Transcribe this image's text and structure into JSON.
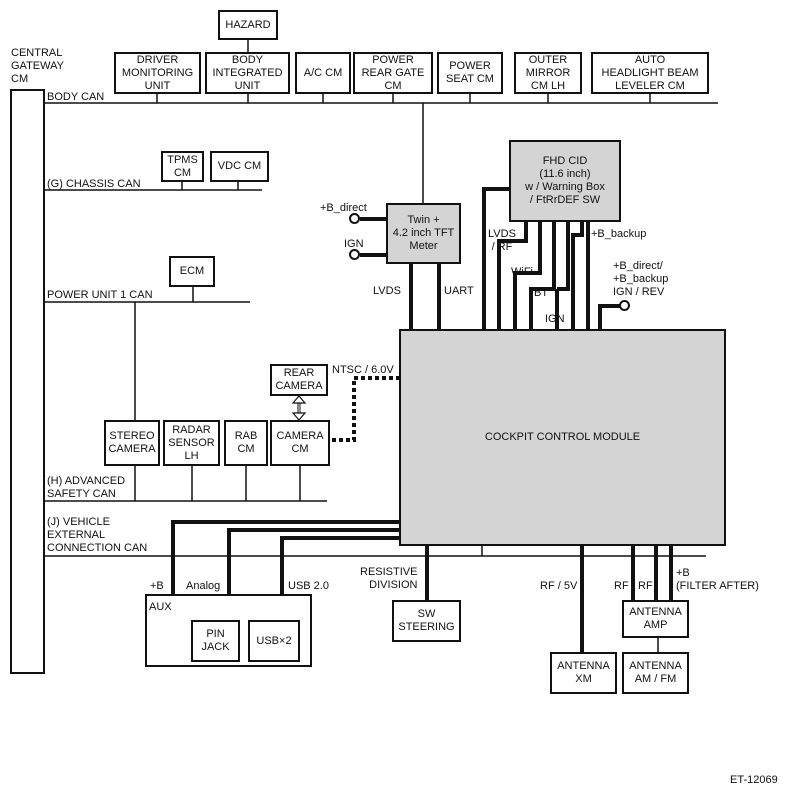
{
  "gateway": {
    "label": "CENTRAL\nGATEWAY\nCM"
  },
  "buses": {
    "body_can": "BODY CAN",
    "chassis_can": "(G) CHASSIS CAN",
    "power_unit_can": "POWER UNIT 1 CAN",
    "adas_can": "(H) ADVANCED\nSAFETY CAN",
    "vehicle_ext_can": "(J) VEHICLE\nEXTERNAL\nCONNECTION CAN"
  },
  "modules": {
    "hazard": "HAZARD",
    "driver_monitoring": "DRIVER\nMONITORING\nUNIT",
    "body_integrated": "BODY\nINTEGRATED\nUNIT",
    "ac_cm": "A/C CM",
    "power_rear_gate": "POWER\nREAR GATE\nCM",
    "power_seat": "POWER\nSEAT CM",
    "outer_mirror": "OUTER\nMIRROR\nCM LH",
    "auto_headlight": "AUTO\nHEADLIGHT BEAM\nLEVELER CM",
    "tpms": "TPMS\nCM",
    "vdc": "VDC CM",
    "ecm": "ECM",
    "fhd_cid": "FHD CID\n(11.6 inch)\nw / Warning Box\n/ FtRrDEF SW",
    "meter": "Twin +\n4.2 inch TFT\nMeter",
    "rear_camera": "REAR\nCAMERA",
    "stereo_camera": "STEREO\nCAMERA",
    "radar_sensor": "RADAR\nSENSOR\nLH",
    "rab_cm": "RAB\nCM",
    "camera_cm": "CAMERA\nCM",
    "cockpit": "COCKPIT CONTROL MODULE",
    "aux": "AUX",
    "pin_jack": "PIN\nJACK",
    "usb": "USB×2",
    "sw_steering": "SW\nSTEERING",
    "antenna_xm": "ANTENNA\nXM",
    "antenna_amp": "ANTENNA\nAMP",
    "antenna_amfm": "ANTENNA\nAM / FM"
  },
  "signals": {
    "b_direct": "+B_direct",
    "ign": "IGN",
    "lvds_meter": "LVDS",
    "uart": "UART",
    "lvds_rf": "LVDS\n/ RF",
    "wifi": "WiFi",
    "bt": "BT",
    "ign_cid": "IGN",
    "b_backup": "+B_backup",
    "b_direct_backup": "+B_direct/\n+B_backup\nIGN / REV",
    "ntsc": "NTSC / 6.0V",
    "plus_b_aux": "+B",
    "analog": "Analog",
    "usb20": "USB 2.0",
    "resistive": "RESISTIVE\nDIVISION",
    "rf_5v": "RF / 5V",
    "rf1": "RF",
    "rf2": "RF",
    "plus_b_filter": "+B\n(FILTER AFTER)"
  },
  "figure_id": "ET-12069"
}
